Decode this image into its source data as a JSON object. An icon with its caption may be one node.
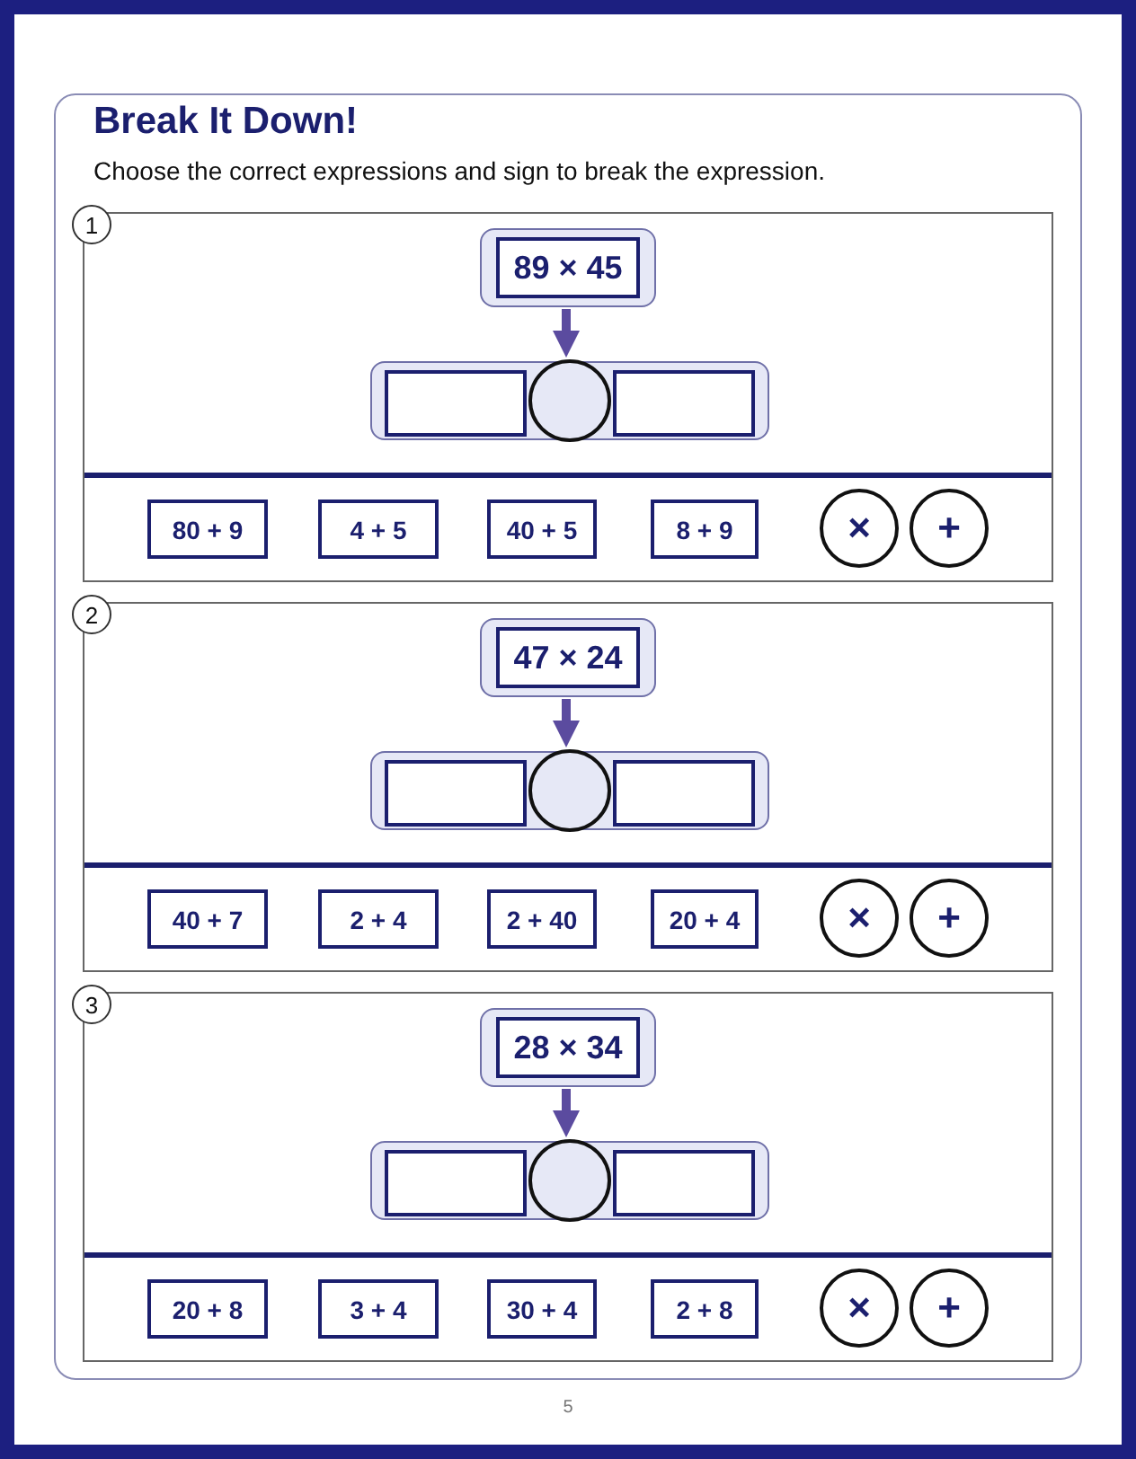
{
  "diagram": {
    "title": "Break It Down!",
    "nodes": [
      {
        "text": [],
        "shape": "box"
      },
      {
        "text": [
          "1"
        ],
        "in": 0
      },
      {
        "text": [
          "89 × 45"
        ],
        "in": 0
      },
      {
        "text": [],
        "shape": "box",
        "in": 0
      },
      {
        "text": [],
        "shape": "box",
        "in": 3
      },
      {
        "text": [],
        "shape": "circle",
        "in": 3
      },
      {
        "text": [],
        "shape": "box",
        "in": 3
      },
      {
        "text": [
          "80 + 9"
        ],
        "in": 0
      },
      {
        "text": [
          "4 + 5"
        ],
        "in": 0
      },
      {
        "text": [
          "40 + 5"
        ],
        "in": 0
      },
      {
        "text": [
          "8 + 9"
        ],
        "in": 0
      },
      {
        "text": [
          "×"
        ],
        "in": 0
      },
      {
        "text": [
          "+"
        ],
        "in": 0
      },
      {
        "text": [],
        "shape": "box"
      },
      {
        "text": [
          "2"
        ],
        "in": 13
      },
      {
        "text": [
          "47 × 24"
        ],
        "in": 13
      },
      {
        "text": [],
        "shape": "box",
        "in": 13
      },
      {
        "text": [],
        "shape": "box",
        "in": 16
      },
      {
        "text": [],
        "shape": "circle",
        "in": 16
      },
      {
        "text": [],
        "shape": "box",
        "in": 16
      },
      {
        "text": [
          "40 + 7"
        ],
        "in": 13
      },
      {
        "text": [
          "2 + 4"
        ],
        "in": 13
      },
      {
        "text": [
          "2 + 40"
        ],
        "in": 13
      },
      {
        "text": [
          "20 + 4"
        ],
        "in": 13
      },
      {
        "text": [
          "×"
        ],
        "in": 13
      },
      {
        "text": [
          "+"
        ],
        "in": 13
      },
      {
        "text": [],
        "shape": "box"
      },
      {
        "text": [
          "3"
        ],
        "in": 26
      },
      {
        "text": [
          "28 × 34"
        ],
        "in": 26
      },
      {
        "text": [],
        "shape": "box",
        "in": 26
      },
      {
        "text": [],
        "shape": "box",
        "in": 29
      },
      {
        "text": [],
        "shape": "circle",
        "in": 29
      },
      {
        "text": [],
        "shape": "box",
        "in": 29
      },
      {
        "text": [
          "20 + 8"
        ],
        "in": 26
      },
      {
        "text": [
          "3 + 4"
        ],
        "in": 26
      },
      {
        "text": [
          "30 + 4"
        ],
        "in": 26
      },
      {
        "text": [
          "2 + 8"
        ],
        "in": 26
      },
      {
        "text": [
          "×"
        ],
        "in": 26
      },
      {
        "text": [
          "+"
        ],
        "in": 26
      }
    ],
    "edges": [
      {
        "from": 2,
        "to": 3,
        "arrow": "to"
      },
      {
        "from": 15,
        "to": 16,
        "arrow": "to"
      },
      {
        "from": 28,
        "to": 29,
        "arrow": "to"
      }
    ],
    "labels": [
      "Choose the correct expressions and sign to break the expression.",
      "5"
    ]
  }
}
